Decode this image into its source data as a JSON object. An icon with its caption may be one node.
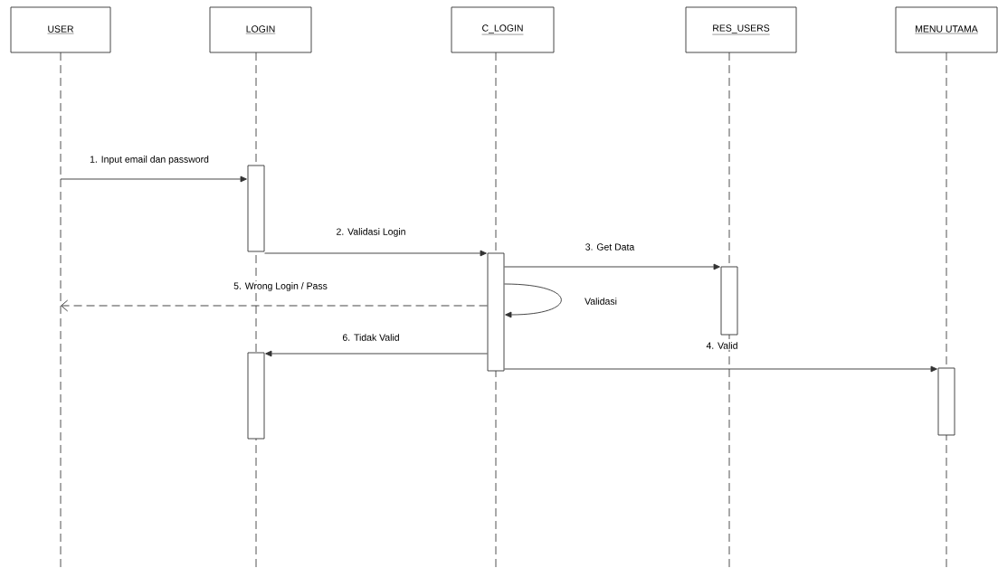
{
  "diagram": {
    "nodes": [
      {
        "text": [
          "USER"
        ]
      },
      {
        "text": [
          "LOGIN"
        ]
      },
      {
        "text": [
          "C_LOGIN"
        ]
      },
      {
        "text": [
          "RES_USERS"
        ]
      },
      {
        "text": [
          "MENU UTAMA"
        ]
      },
      {
        "text": [],
        "shape": "bar"
      },
      {
        "text": [],
        "shape": "bar"
      },
      {
        "text": [],
        "shape": "bar"
      },
      {
        "text": [],
        "shape": "bar"
      },
      {
        "text": [],
        "shape": "bar"
      }
    ],
    "edges": [
      {
        "from": null,
        "to": 5,
        "arrow": "to",
        "label": "1. Input email dan password"
      },
      {
        "from": 5,
        "to": 6,
        "arrow": "to",
        "label": "2. Validasi Login"
      },
      {
        "from": 6,
        "to": 7,
        "arrow": "to",
        "label": "3. Get Data"
      },
      {
        "from": 6,
        "to": 6,
        "arrow": "to",
        "label": "Validasi"
      },
      {
        "from": 6,
        "to": null,
        "arrow": "to",
        "style": "dashed",
        "label": "5. Wrong Login / Pass"
      },
      {
        "from": 6,
        "to": 8,
        "arrow": "to",
        "label": "6. Tidak Valid"
      },
      {
        "from": 6,
        "to": 9,
        "arrow": "to",
        "label": "4. Valid"
      }
    ]
  }
}
